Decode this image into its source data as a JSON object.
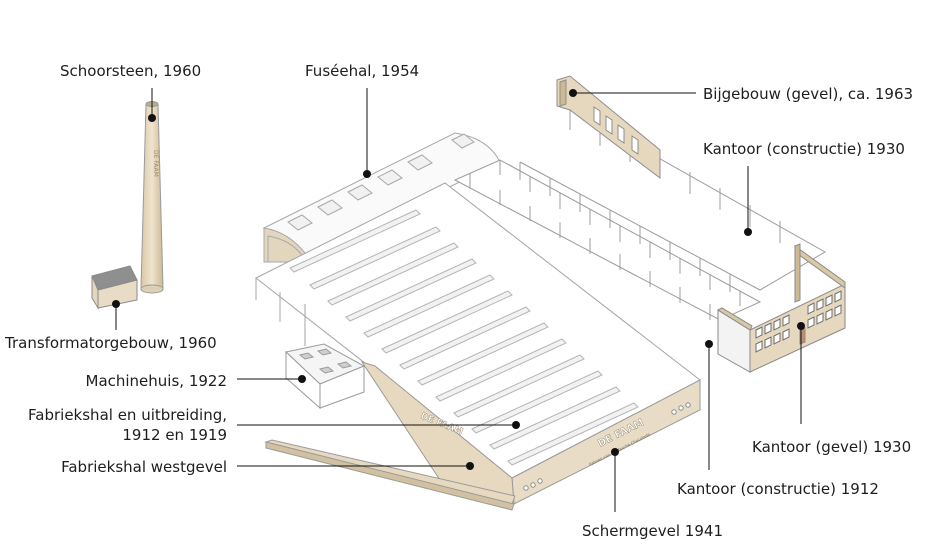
{
  "labels": {
    "schoorsteen": "Schoorsteen, 1960",
    "fuseehal": "Fuséehal, 1954",
    "bijgebouw": "Bijgebouw (gevel), ca. 1963",
    "kantoor_constructie_1930": "Kantoor (constructie) 1930",
    "transformatorgebouw": "Transformatorgebouw, 1960",
    "machinehuis": "Machinehuis, 1922",
    "fabriekshal_line1": "Fabriekshal en uitbreiding,",
    "fabriekshal_line2": "1912 en 1919",
    "fabriekshal_westgevel": "Fabriekshal westgevel",
    "kantoor_gevel_1930": "Kantoor (gevel) 1930",
    "kantoor_constructie_1912": "Kantoor (constructie) 1912",
    "schermgevel": "Schermgevel 1941"
  },
  "building_signs": {
    "facade_name": "DE FAAM",
    "facade_sub": "Fabriek van Bredasche Chocolade",
    "side_name": "DE FAAM",
    "chimney": "DE FAAM"
  },
  "colors": {
    "beige": "#e8dcc6",
    "beige_dark": "#cdbb98",
    "roof": "#ffffff",
    "outline": "#9a9a9a",
    "leader": "#111111"
  }
}
